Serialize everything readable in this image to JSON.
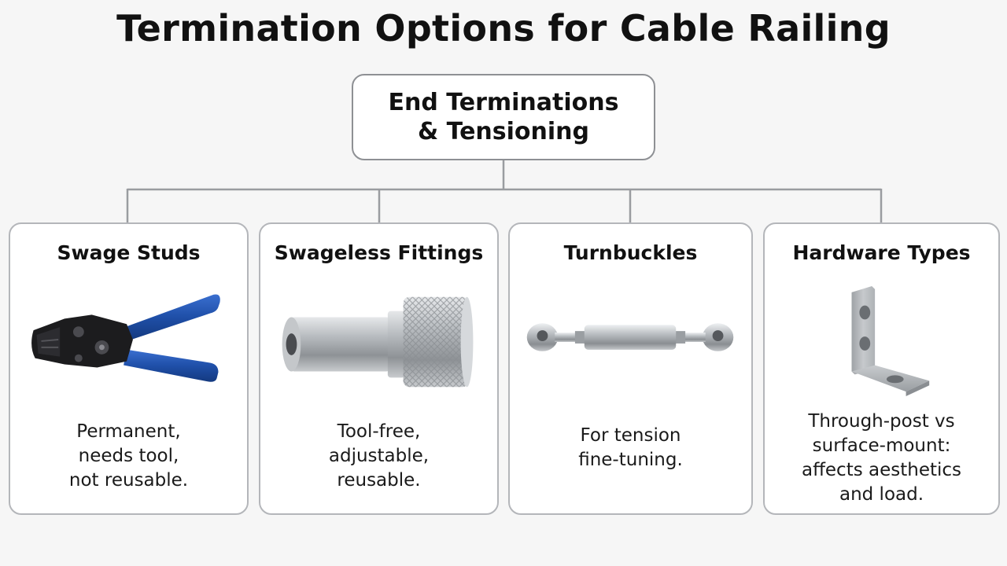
{
  "title": "Termination Options for Cable Railing",
  "root": {
    "lines": [
      "End Terminations",
      "& Tensioning"
    ]
  },
  "cards": [
    {
      "title": "Swage Studs",
      "icon": "crimping-tool-icon",
      "desc": [
        "Permanent,",
        "needs tool,",
        "not reusable."
      ]
    },
    {
      "title": "Swageless Fittings",
      "icon": "swageless-fitting-icon",
      "desc": [
        "Tool-free,",
        "adjustable,",
        "reusable."
      ]
    },
    {
      "title": "Turnbuckles",
      "icon": "turnbuckle-icon",
      "desc": [
        "For tension",
        "fine-tuning."
      ]
    },
    {
      "title": "Hardware Types",
      "icon": "angle-bracket-icon",
      "desc": [
        "Through-post vs",
        "surface-mount:",
        "affects aesthetics",
        "and load."
      ]
    }
  ],
  "colors": {
    "border": "#b4b6ba",
    "connector": "#9a9ca0",
    "handle": "#1f4fa8",
    "steel": "#b8bcc0"
  }
}
